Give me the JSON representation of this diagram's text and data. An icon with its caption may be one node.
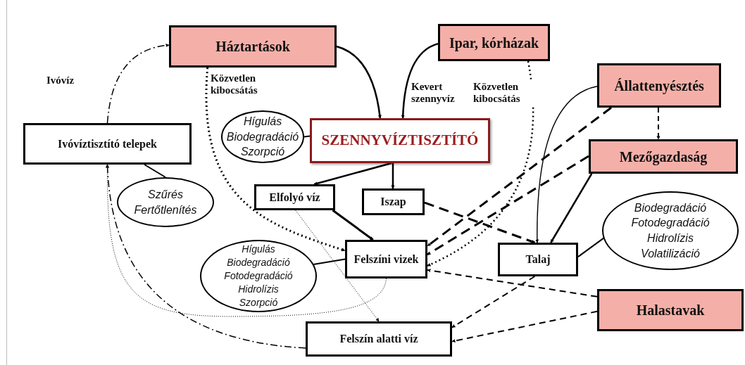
{
  "diagram": {
    "nodes": [
      {
        "text": [
          "Háztartások"
        ]
      },
      {
        "text": [
          "Ipar, kórházak"
        ]
      },
      {
        "text": [
          "Állattenyésztés"
        ]
      },
      {
        "text": [
          "Ivóvíztisztító telepek"
        ]
      },
      {
        "text": [
          "Hígulás",
          "Biodegradáció",
          "Szorpció"
        ]
      },
      {
        "text": [
          "SZENNYVÍZTISZTÍTÓ"
        ]
      },
      {
        "text": [
          "Mezőgazdaság"
        ]
      },
      {
        "text": [
          "Szűrés",
          "Fertőtlenítés"
        ]
      },
      {
        "text": [
          "Elfolyó víz"
        ]
      },
      {
        "text": [
          "Iszap"
        ]
      },
      {
        "text": [
          "Biodegradáció",
          "Fotodegradáció",
          "Hidrolízis",
          "Volatilizáció"
        ]
      },
      {
        "text": [
          "Felszíni vizek"
        ]
      },
      {
        "text": [
          "Hígulás",
          "Biodegradáció",
          "Fotodegradáció",
          "Hidrolízis",
          "Szorpció"
        ]
      },
      {
        "text": [
          "Talaj"
        ]
      },
      {
        "text": [
          "Halastavak"
        ]
      },
      {
        "text": [
          "Felszín alatti víz"
        ]
      }
    ],
    "edges": [
      {
        "from": 0,
        "to": 5,
        "arrow": "to"
      },
      {
        "from": 1,
        "to": 5,
        "arrow": "to",
        "label": "Kevert szennyvíz"
      },
      {
        "from": 0,
        "to": 11,
        "arrow": "to",
        "style": "dashed",
        "label": "Közvetlen kibocsátás"
      },
      {
        "from": 1,
        "to": 11,
        "arrow": "to",
        "style": "dashed",
        "label": "Közvetlen kibocsátás"
      },
      {
        "from": 2,
        "to": 6,
        "arrow": "to",
        "style": "dashed"
      },
      {
        "from": 2,
        "to": 11,
        "arrow": "to",
        "style": "dashed"
      },
      {
        "from": 6,
        "to": 11,
        "arrow": "to",
        "style": "dashed"
      },
      {
        "from": 2,
        "to": 13,
        "arrow": "to"
      },
      {
        "from": 6,
        "to": 13,
        "arrow": "to"
      },
      {
        "from": 5,
        "to": 8,
        "arrow": "to"
      },
      {
        "from": 5,
        "to": 9,
        "arrow": "to"
      },
      {
        "from": 8,
        "to": 11,
        "arrow": "to"
      },
      {
        "from": 9,
        "to": 13,
        "arrow": "to",
        "style": "dashed"
      },
      {
        "from": 13,
        "to": 15,
        "arrow": "to",
        "style": "dashed"
      },
      {
        "from": 14,
        "to": 11,
        "arrow": "to",
        "style": "dashed"
      },
      {
        "from": 14,
        "to": 15,
        "arrow": "to",
        "style": "dashed"
      },
      {
        "from": 15,
        "to": 3,
        "arrow": "to",
        "style": "dashed"
      },
      {
        "from": 3,
        "to": 0,
        "arrow": "to",
        "style": "dashed",
        "label": "Ivóvíz"
      },
      {
        "from": 8,
        "to": 15,
        "arrow": "to",
        "style": "dashed"
      },
      {
        "from": 11,
        "to": 3,
        "arrow": "to",
        "style": "dashed"
      },
      {
        "from": 4,
        "to": 5,
        "arrow": "none"
      },
      {
        "from": 7,
        "to": 3,
        "arrow": "none"
      },
      {
        "from": 12,
        "to": 11,
        "arrow": "none"
      },
      {
        "from": 10,
        "to": 13,
        "arrow": "none"
      }
    ]
  }
}
